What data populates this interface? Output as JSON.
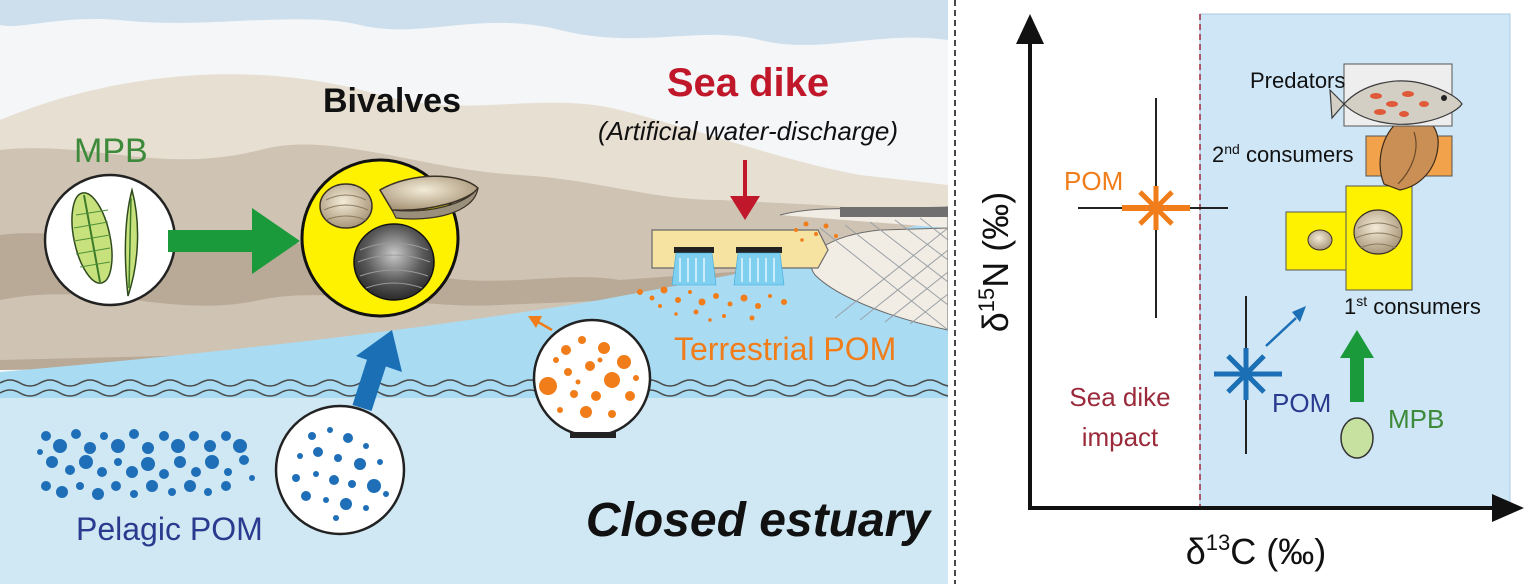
{
  "left_panel": {
    "bivalves_label": "Bivalves",
    "mpb_label": "MPB",
    "sea_dike_label": "Sea dike",
    "sea_dike_subtitle": "(Artificial water-discharge)",
    "terrestrial_pom_label": "Terrestrial POM",
    "pelagic_pom_label": "Pelagic POM",
    "estuary_label": "Closed estuary"
  },
  "right_panel": {
    "y_axis_prefix": "δ",
    "y_axis_sup": "15",
    "y_axis_suffix": "N (‰)",
    "x_axis_prefix": "δ",
    "x_axis_sup": "13",
    "x_axis_suffix": "C (‰)",
    "predators_label": "Predators",
    "second_consumers_sup": "nd",
    "second_consumers_num": "2",
    "second_consumers_text": " consumers",
    "first_consumers_num": "1",
    "first_consumers_sup": "st",
    "first_consumers_text": " consumers",
    "pom_impacted_label": "POM",
    "pom_natural_label": "POM",
    "mpb_label": "MPB",
    "sea_dike_impact_line1": "Sea dike",
    "sea_dike_impact_line2": "impact"
  },
  "colors": {
    "water_light": "#cfe8f4",
    "water_mid": "#a9dcf3",
    "sand": "#d8cfc0",
    "yellow": "#fff200",
    "green_arrow": "#1a9a3a",
    "blue_arrow": "#1b6fb5",
    "dike_red": "#c0182a",
    "orange": "#f07d1a",
    "pelagic_blue": "#1f6fb8",
    "navy_text": "#2a3b8f",
    "mpb_green_text": "#3d8a3a",
    "plot_blue": "#cfe6f6",
    "dashed_red": "#9a2a3a"
  }
}
